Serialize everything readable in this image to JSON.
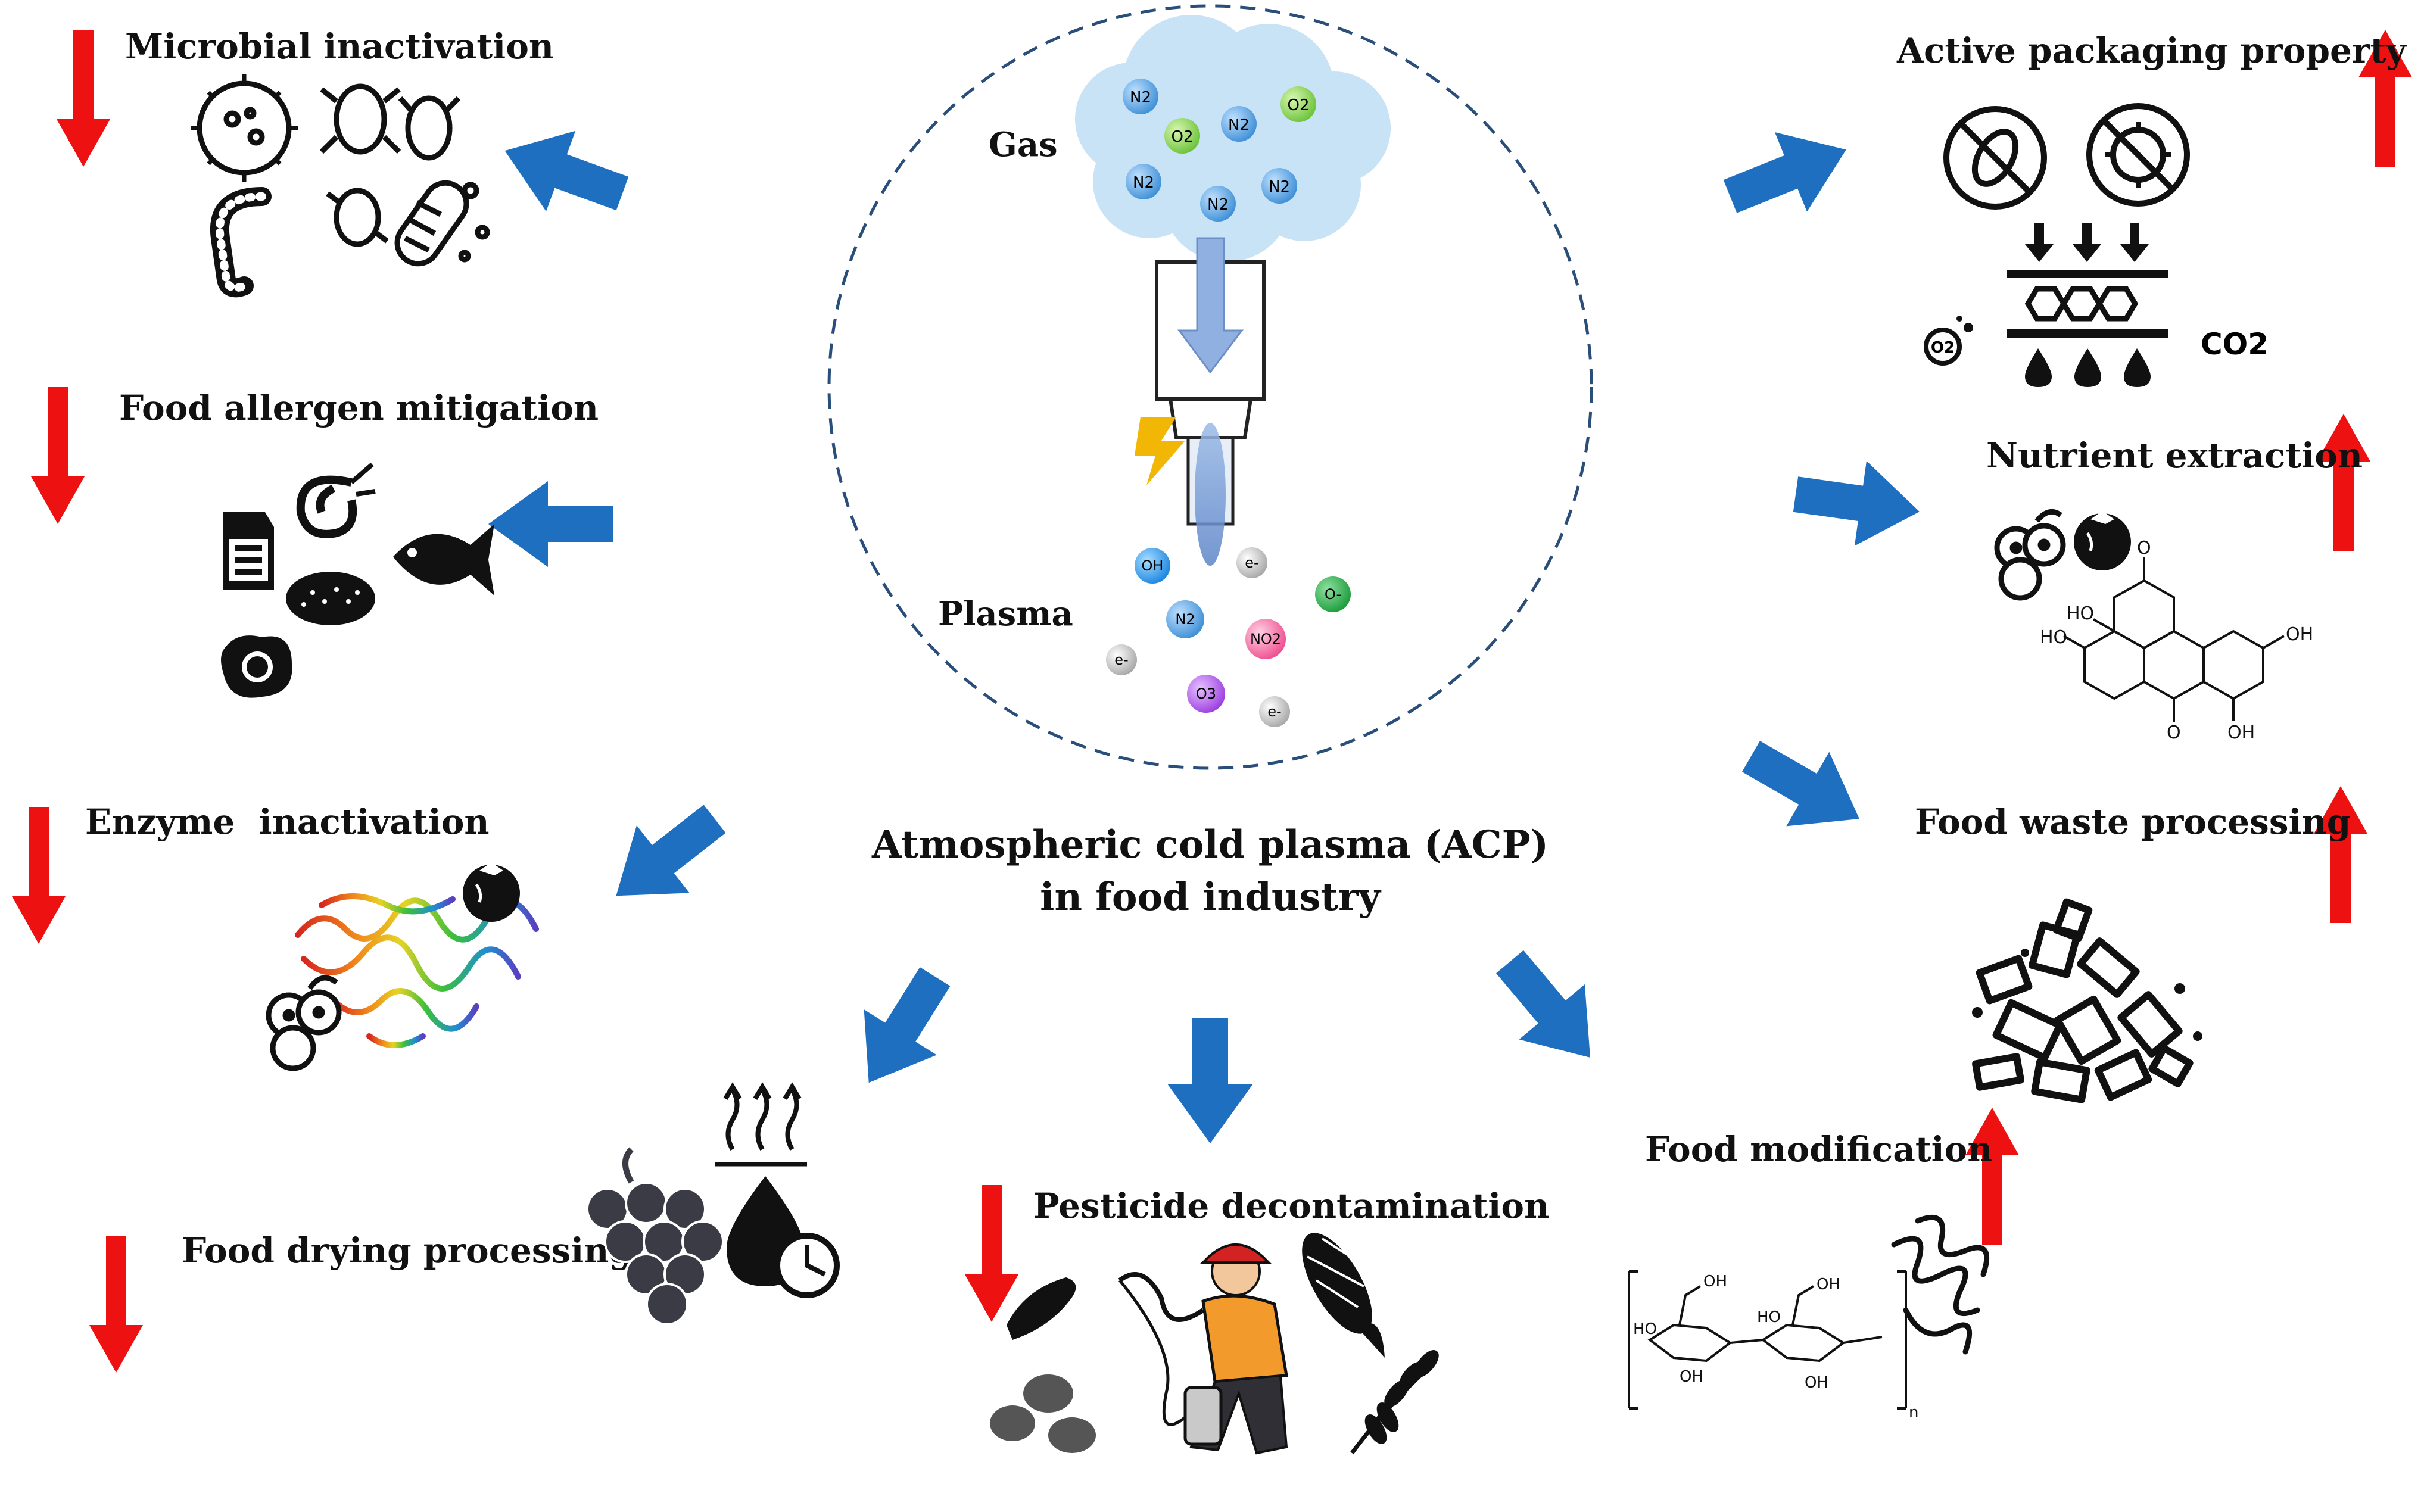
{
  "center": {
    "gas_label": "Gas",
    "plasma_label": "Plasma",
    "title_line1": "Atmospheric cold plasma (ACP)",
    "title_line2": "in food industry",
    "gas_molecules": [
      "N2",
      "O2",
      "N2",
      "O2",
      "N2",
      "N2",
      "N2"
    ],
    "plasma_species": [
      "OH",
      "e-",
      "O-",
      "N2",
      "NO2",
      "e-",
      "O3",
      "e-"
    ]
  },
  "applications": [
    {
      "label": "Microbial inactivation",
      "effect": "decrease"
    },
    {
      "label": "Food allergen mitigation",
      "effect": "decrease"
    },
    {
      "label": "Enzyme  inactivation",
      "effect": "decrease"
    },
    {
      "label": "Food drying processing",
      "effect": "decrease"
    },
    {
      "label": "Pesticide decontamination",
      "effect": "decrease"
    },
    {
      "label": "Food modification",
      "effect": "increase"
    },
    {
      "label": "Food waste processing",
      "effect": "increase"
    },
    {
      "label": "Nutrient extraction",
      "effect": "increase"
    },
    {
      "label": "Active packaging property",
      "effect": "increase"
    }
  ],
  "packaging": {
    "o2": "O2",
    "co2": "CO2"
  },
  "ellagic_acid": {
    "oh1": "HO",
    "oh2": "HO",
    "oh3": "OH",
    "oh4": "OH",
    "o1": "O",
    "o2": "O"
  },
  "polysaccharide": {
    "oh_labels": [
      "OH",
      "HO",
      "OH",
      "HO",
      "OH",
      "OH"
    ],
    "subscript": "n"
  },
  "colors": {
    "arrow_blue": "#1f6fc1",
    "arrow_red": "#ee1111",
    "cloud": "#c9e3f6",
    "dashed_circle": "#2a4e7a",
    "lightning": "#f2b705"
  }
}
